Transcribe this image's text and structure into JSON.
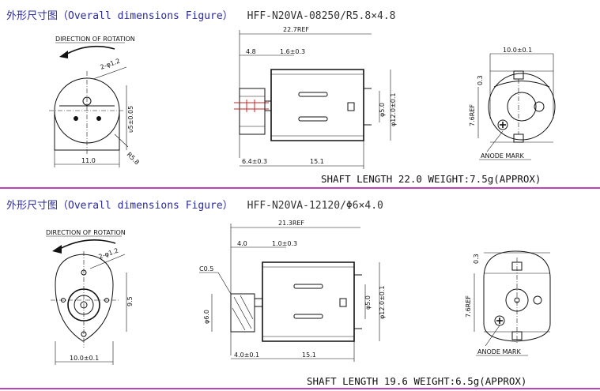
{
  "motor1": {
    "title": "外形尺寸图（Overall dimensions Figure）",
    "model": "HFF-N20VA-08250/R5.8×4.8",
    "spec": "SHAFT LENGTH 22.0  WEIGHT:7.5g(APPROX)",
    "labels": {
      "rotation": "DIRECTION OF ROTATION",
      "holes": "2-φ1.2",
      "height": "υ5±0.05",
      "radius": "R5.8",
      "width": "11.0",
      "overall": "22.7REF",
      "len_a": "4.8",
      "len_b": "1.6±0.3",
      "dia_shaft": "φ5.0",
      "dia_body": "φ12.0±0.1",
      "len_c": "6.4±0.3",
      "len_d": "15.1",
      "rear_width": "10.0±0.1",
      "rear_small": "0.3",
      "rear_ref": "7.6REF",
      "anode": "ANODE MARK"
    }
  },
  "motor2": {
    "title": "外形尺寸图（Overall dimensions Figure）",
    "model": "HFF-N20VA-12120/Φ6×4.0",
    "spec": "SHAFT LENGTH 19.6  WEIGHT:6.5g(APPROX)",
    "labels": {
      "rotation": "DIRECTION OF ROTATION",
      "holes": "2-φ1.2",
      "height": "9.5",
      "width": "10.0±0.1",
      "overall": "21.3REF",
      "len_a": "4.0",
      "len_b": "1.0±0.3",
      "chamfer": "C0.5",
      "dia_wheel": "φ6.0",
      "dia_shaft": "φ5.0",
      "dia_body": "φ12.0±0.1",
      "len_c": "4.0±0.1",
      "len_d": "15.1",
      "rear_small": "0.3",
      "rear_ref": "7.6REF",
      "anode": "ANODE MARK"
    }
  }
}
